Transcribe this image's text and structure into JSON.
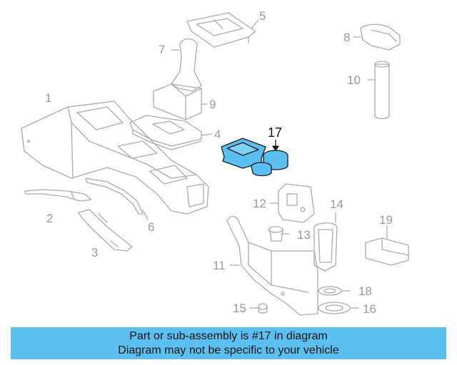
{
  "diagram": {
    "callouts": [
      {
        "id": "1",
        "label": "1"
      },
      {
        "id": "2",
        "label": "2"
      },
      {
        "id": "3",
        "label": "3"
      },
      {
        "id": "4",
        "label": "4"
      },
      {
        "id": "5",
        "label": "5"
      },
      {
        "id": "6",
        "label": "6"
      },
      {
        "id": "7",
        "label": "7"
      },
      {
        "id": "8",
        "label": "8"
      },
      {
        "id": "9",
        "label": "9"
      },
      {
        "id": "10",
        "label": "10"
      },
      {
        "id": "11",
        "label": "11"
      },
      {
        "id": "12",
        "label": "12"
      },
      {
        "id": "13",
        "label": "13"
      },
      {
        "id": "14",
        "label": "14"
      },
      {
        "id": "15",
        "label": "15"
      },
      {
        "id": "16",
        "label": "16"
      },
      {
        "id": "17",
        "label": "17"
      },
      {
        "id": "18",
        "label": "18"
      },
      {
        "id": "19",
        "label": "19"
      }
    ],
    "highlighted_part": "17",
    "colors": {
      "line": "#aaaaaa",
      "highlight_fill": "#5bc0f0",
      "highlight_stroke": "#1a1a1a",
      "banner": "#5bc0f0"
    }
  },
  "banner": {
    "line1": "Part or sub-assembly is #17 in diagram",
    "line2": "Diagram may not be specific to your vehicle"
  }
}
